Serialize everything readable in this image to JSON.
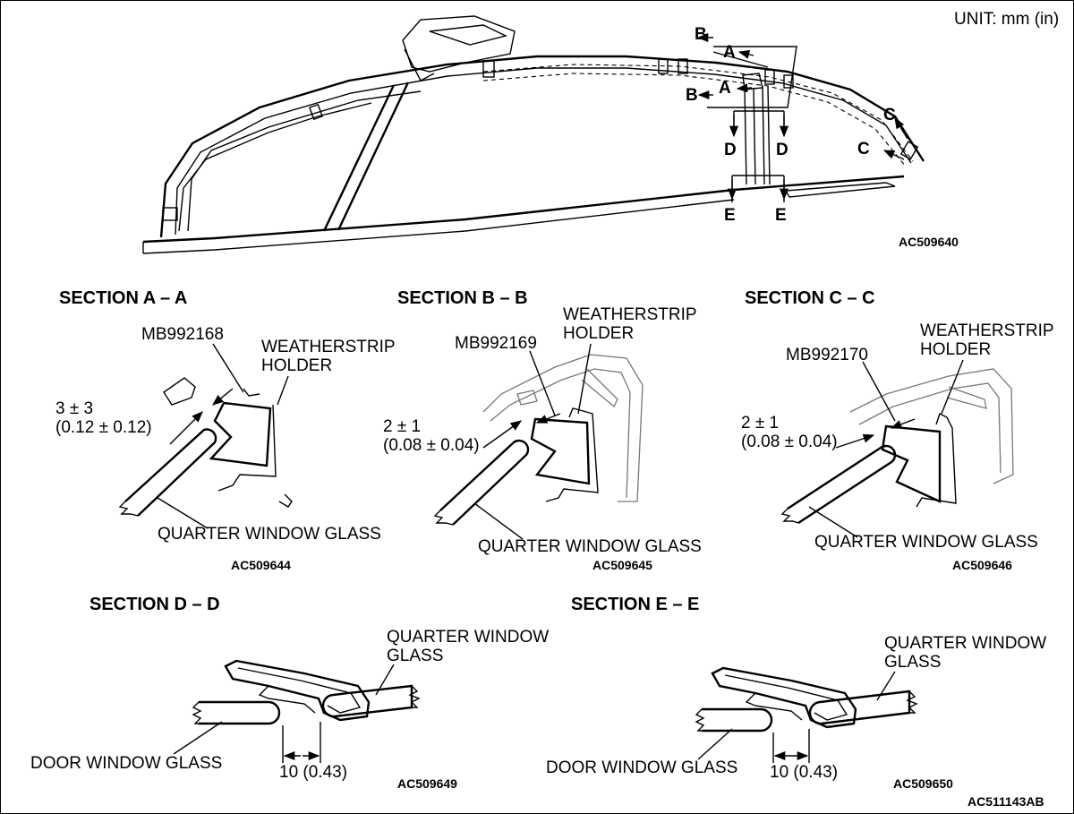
{
  "unit_label": "UNIT: mm (in)",
  "main_view": {
    "code": "AC509640",
    "markers": {
      "a": "A",
      "b": "B",
      "c": "C",
      "d": "D",
      "e": "E"
    }
  },
  "sections": {
    "aa": {
      "title": "SECTION A – A",
      "tool": "MB992168",
      "holder_line1": "WEATHERSTRIP",
      "holder_line2": "HOLDER",
      "dim_line1": "3 ± 3",
      "dim_line2": "(0.12 ± 0.12)",
      "glass": "QUARTER WINDOW GLASS",
      "code": "AC509644"
    },
    "bb": {
      "title": "SECTION B – B",
      "tool": "MB992169",
      "holder_line1": "WEATHERSTRIP",
      "holder_line2": "HOLDER",
      "dim_line1": "2 ± 1",
      "dim_line2": "(0.08 ± 0.04)",
      "glass": "QUARTER WINDOW GLASS",
      "code": "AC509645"
    },
    "cc": {
      "title": "SECTION C – C",
      "tool": "MB992170",
      "holder_line1": "WEATHERSTRIP",
      "holder_line2": "HOLDER",
      "dim_line1": "2 ± 1",
      "dim_line2": "(0.08 ± 0.04)",
      "glass": "QUARTER WINDOW GLASS",
      "code": "AC509646"
    },
    "dd": {
      "title": "SECTION D – D",
      "quarter_line1": "QUARTER WINDOW",
      "quarter_line2": "GLASS",
      "door": "DOOR WINDOW GLASS",
      "dim": "10 (0.43)",
      "code": "AC509649"
    },
    "ee": {
      "title": "SECTION E – E",
      "quarter_line1": "QUARTER WINDOW",
      "quarter_line2": "GLASS",
      "door": "DOOR WINDOW GLASS",
      "dim": "10 (0.43)",
      "code": "AC509650"
    }
  },
  "figure_code": "AC511143AB"
}
